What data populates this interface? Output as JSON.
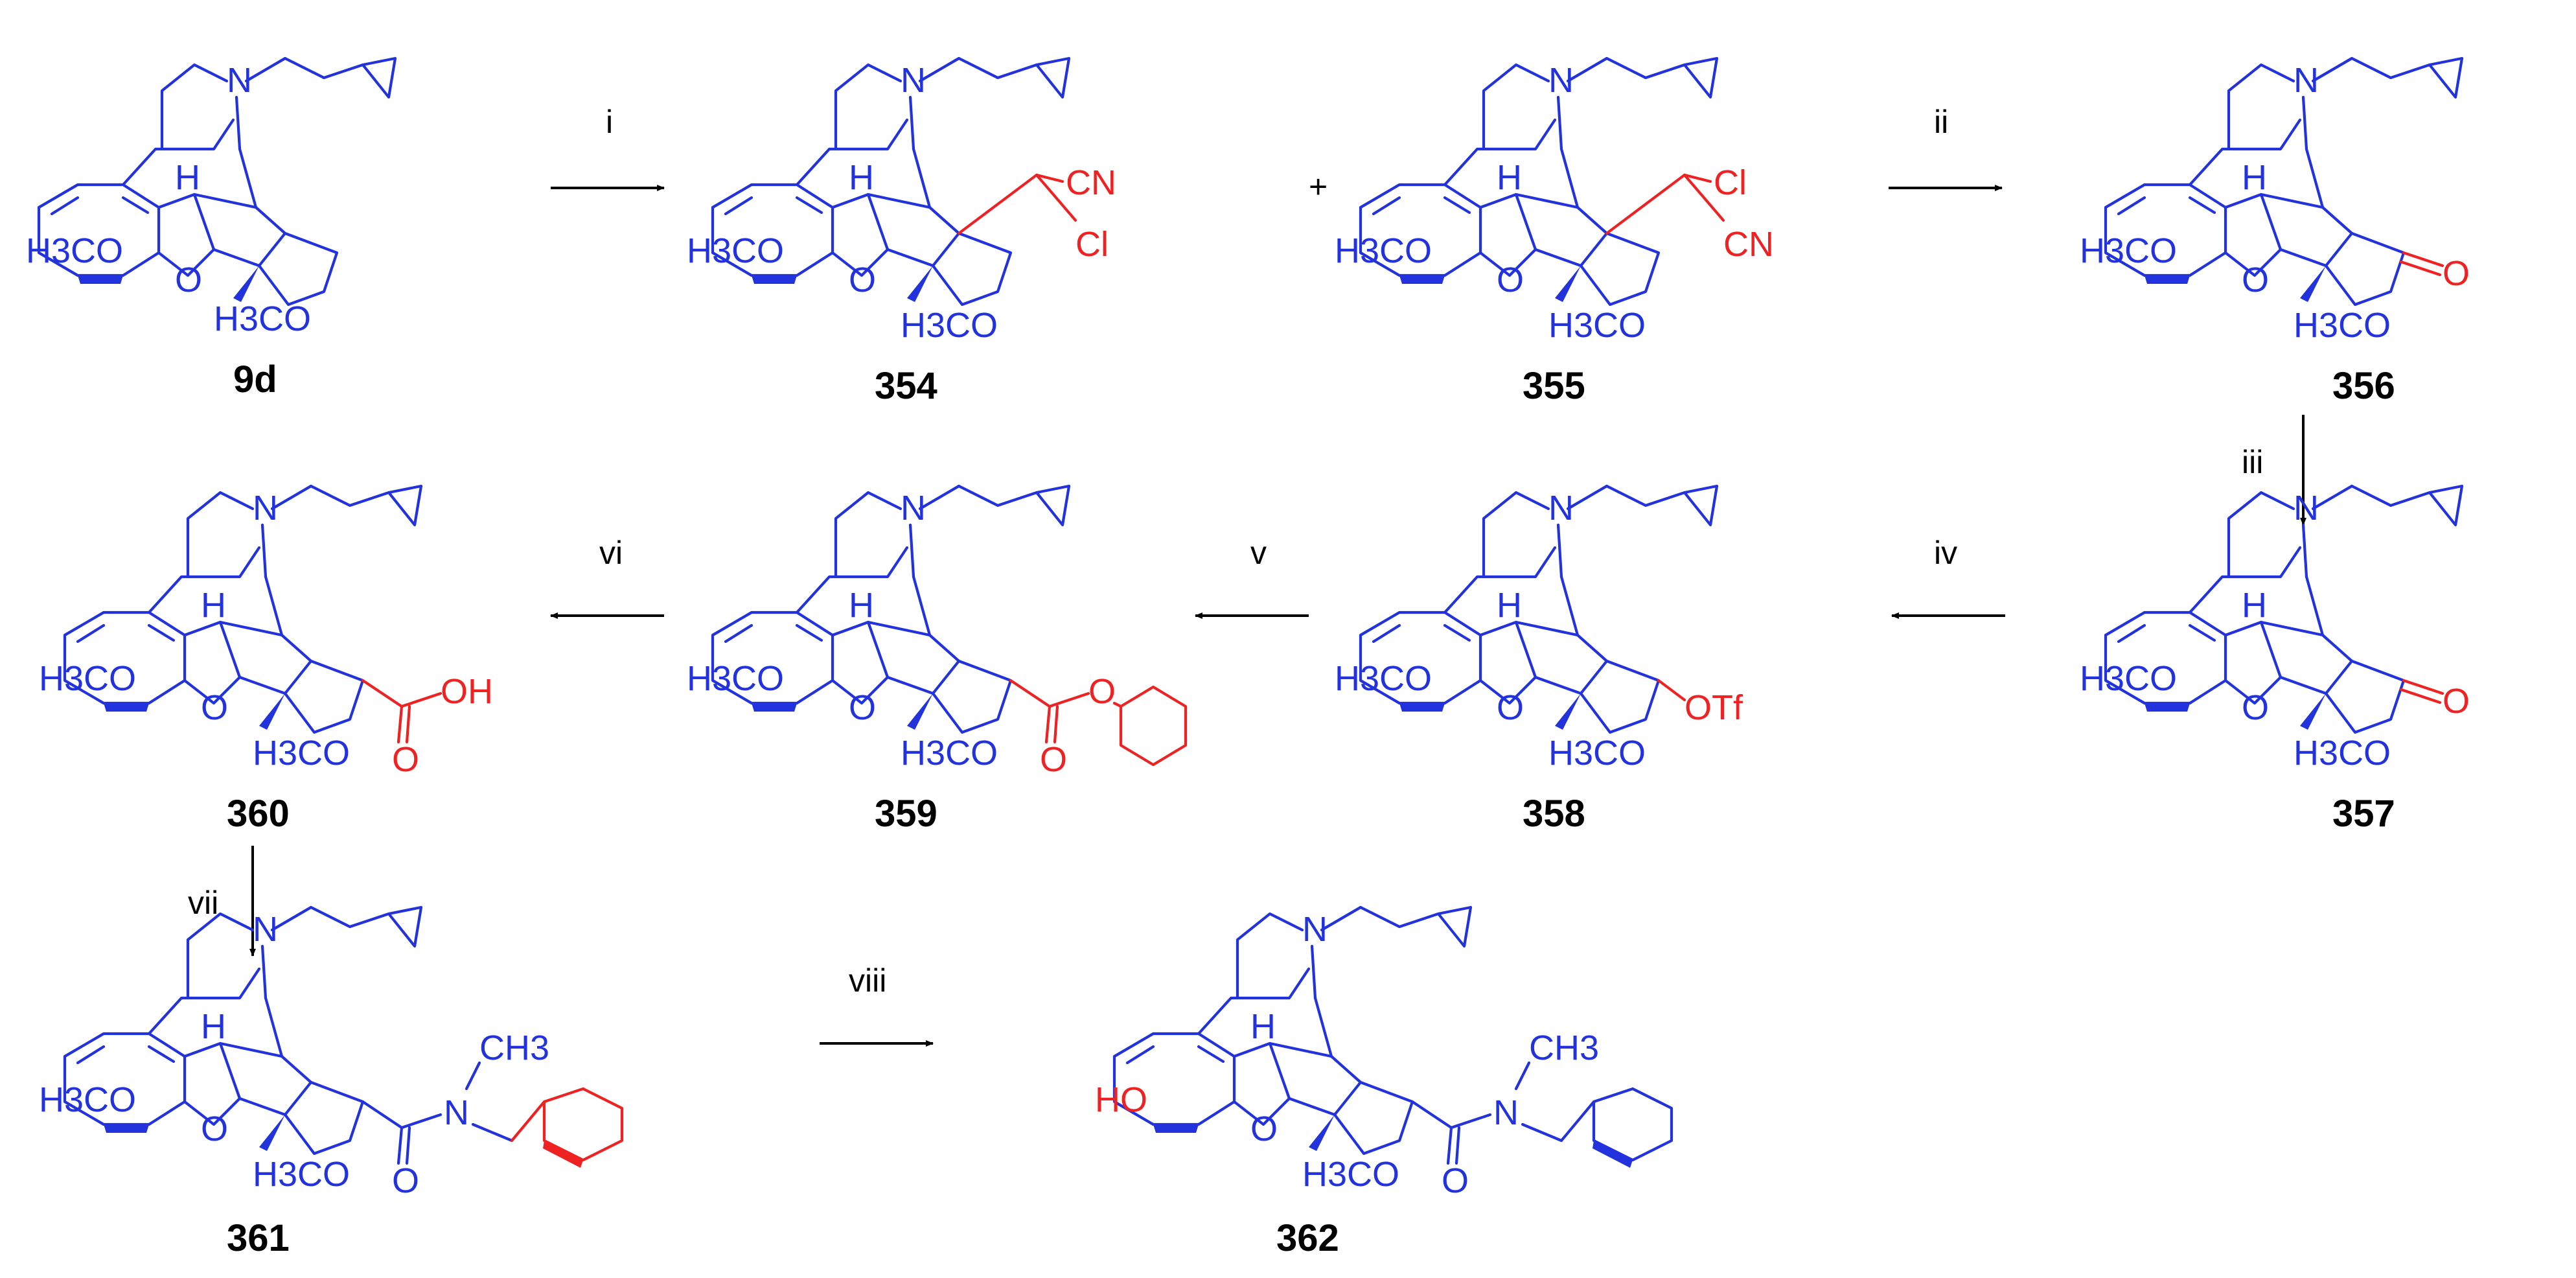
{
  "compounds": [
    {
      "id": "9d",
      "substituent": "",
      "c6": "H3CO",
      "c3": "H3CO"
    },
    {
      "id": "354",
      "substituent": "CN / Cl",
      "c6": "H3CO",
      "c3": "H3CO"
    },
    {
      "id": "355",
      "substituent": "Cl / CN",
      "c6": "H3CO",
      "c3": "H3CO"
    },
    {
      "id": "356",
      "substituent": "O",
      "c6": "H3CO",
      "c3": "H3CO"
    },
    {
      "id": "357",
      "substituent": "O",
      "c6": "H3CO",
      "c3": "H3CO"
    },
    {
      "id": "358",
      "substituent": "OTf",
      "c6": "H3CO",
      "c3": "H3CO"
    },
    {
      "id": "359",
      "substituent": "O / O",
      "c6": "H3CO",
      "c3": "H3CO"
    },
    {
      "id": "360",
      "substituent": "OH / O",
      "c6": "H3CO",
      "c3": "H3CO"
    },
    {
      "id": "361",
      "substituent": "N / CH3 / O",
      "c6": "H3CO",
      "c3": "H3CO"
    },
    {
      "id": "362",
      "substituent": "N / CH3 / O",
      "c6": "H3CO",
      "c3": "HO"
    }
  ],
  "conditions": [
    "i",
    "ii",
    "iii",
    "iv",
    "v",
    "vi",
    "vii",
    "viii"
  ],
  "plus_sign": "+",
  "atoms": {
    "N": "N",
    "H": "H",
    "O": "O",
    "OH": "OH",
    "CN": "CN",
    "Cl": "Cl",
    "OTf": "OTf",
    "CH3": "CH3",
    "H3CO": "H3CO",
    "HO": "HO"
  },
  "colors": {
    "structure": "#2233dd",
    "highlight": "#ee2222",
    "text": "#000000",
    "background": "#ffffff"
  }
}
